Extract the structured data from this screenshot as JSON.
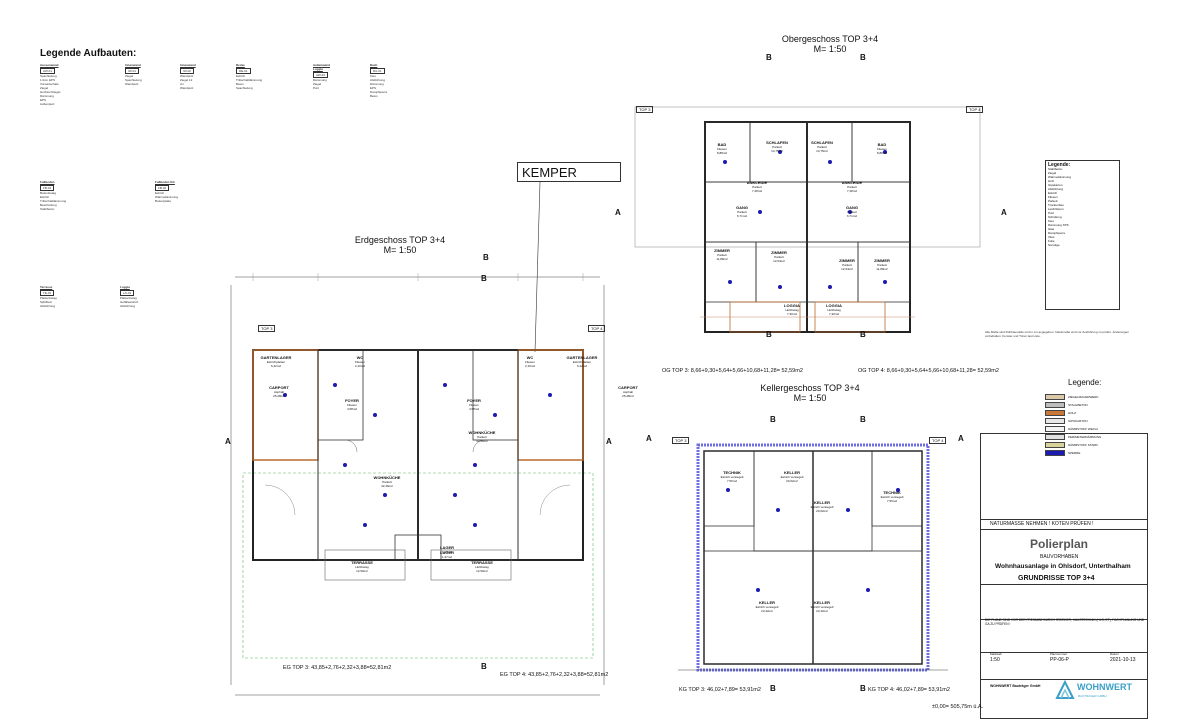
{
  "legend_title": "Legende Aufbauten:",
  "legend_blocks": [
    {
      "title": "Aussenwand",
      "code": "AW-01",
      "lines": [
        "Spachtelung",
        "1.0cm EPS Vorsatzschale",
        "Ziegel Hochlochziegel",
        "Dämmung EPS",
        "Außenputz"
      ]
    },
    {
      "title": "Innenwand",
      "code": "IW-01",
      "lines": [
        "Ziegel",
        "Spachtelung",
        "Wandputz"
      ]
    },
    {
      "title": "Innenwand",
      "code": "IW-02",
      "lines": [
        "Wandputz",
        "Ziegel 12 cm",
        "Wandputz"
      ]
    },
    {
      "title": "Decke",
      "code": "DE-01",
      "lines": [
        "Estrich",
        "Trittschalldämmung",
        "Beton",
        "Spachtelung"
      ]
    },
    {
      "title": "Außenwand Loggia",
      "code": "AW-02",
      "lines": [
        "Dämmung",
        "Ziegel",
        "Putz"
      ]
    },
    {
      "title": "Dach",
      "code": "DA-01",
      "lines": [
        "Kies",
        "Abdichtung",
        "Dämmung EPS",
        "Dampfsperre",
        "Beton"
      ]
    },
    {
      "title": "Fußboden",
      "code": "FB-01",
      "lines": [
        "Bodenbelag",
        "Estrich",
        "Trittschalldämmung",
        "Beschüttung",
        "Stahlbeton"
      ]
    },
    {
      "title": "Fußboden KG",
      "code": "FB-02",
      "lines": [
        "Estrich",
        "Wärmedämmung",
        "Bodenplatte"
      ]
    },
    {
      "title": "Terrasse",
      "code": "TE-01",
      "lines": [
        "Plattenbelag",
        "Splittbett",
        "Abdichtung"
      ]
    },
    {
      "title": "Loggia",
      "code": "LO-01",
      "lines": [
        "Plattenbelag",
        "Gefälleestrich",
        "Abdichtung"
      ]
    }
  ],
  "kemper_label": "KEMPER",
  "eg": {
    "title": "Erdgeschoss TOP 3+4",
    "scale": "M= 1:50",
    "top_left": "TOP 3",
    "top_right": "TOP 4",
    "rooms": [
      {
        "name": "GARTENLAGER",
        "sub": "Estrichplatten",
        "area": "6,42m2"
      },
      {
        "name": "CARPORT",
        "sub": "Asphalt",
        "area": "25,28m2"
      },
      {
        "name": "FOYER",
        "sub": "Fliesen",
        "area": "4,58m2"
      },
      {
        "name": "WOHNKÜCHE",
        "sub": "Parkett",
        "area": "42,46m2"
      },
      {
        "name": "LAGER",
        "sub": "",
        "area": "1,37m2"
      },
      {
        "name": "TERRASSE",
        "sub": "Holzbelag",
        "area": "12,50m2"
      },
      {
        "name": "WC",
        "sub": "Fliesen",
        "area": "2,10m2"
      },
      {
        "name": "TERRASSE",
        "sub": "Holzbelag",
        "area": "12,50m2"
      },
      {
        "name": "FOYER",
        "sub": "Fliesen",
        "area": "4,58m2"
      },
      {
        "name": "WOHNKÜCHE",
        "sub": "Parkett",
        "area": "42,46m2"
      },
      {
        "name": "LAGER",
        "sub": "",
        "area": "1,37m2"
      },
      {
        "name": "WC",
        "sub": "Fliesen",
        "area": "2,10m2"
      },
      {
        "name": "CARPORT",
        "sub": "Asphalt",
        "area": "25,28m2"
      },
      {
        "name": "GARTENLAGER",
        "sub": "Estrichplatten",
        "area": "6,42m2"
      }
    ],
    "area_left": "EG TOP 3: 43,85+2,76+2,32+3,88=52,81m2",
    "area_right": "EG TOP 4: 43,85+2,76+2,32+3,88=52,81m2"
  },
  "og": {
    "title": "Obergeschoss TOP 3+4",
    "scale": "M= 1:50",
    "top_left": "TOP 3",
    "top_right": "TOP 4",
    "rooms": [
      {
        "name": "BAD",
        "sub": "Fliesen",
        "area": "8,88m2"
      },
      {
        "name": "SCHLAFEN",
        "sub": "Parkett",
        "area": "14,75m2"
      },
      {
        "name": "ANKLEIDE",
        "sub": "Parkett",
        "area": "7,28m2"
      },
      {
        "name": "GANG",
        "sub": "Parkett",
        "area": "6,71m2"
      },
      {
        "name": "ZIMMER",
        "sub": "Parkett",
        "area": "11,89m2"
      },
      {
        "name": "ZIMMER",
        "sub": "Parkett",
        "area": "12,04m2"
      },
      {
        "name": "LOGGIA",
        "sub": "Holzbelag",
        "area": "7,30m2"
      },
      {
        "name": "ANKLEIDE",
        "sub": "Parkett",
        "area": "7,28m2"
      },
      {
        "name": "BAD",
        "sub": "Fliesen",
        "area": "8,88m2"
      },
      {
        "name": "SCHLAFEN",
        "sub": "Parkett",
        "area": "14,75m2"
      },
      {
        "name": "GANG",
        "sub": "Parkett",
        "area": "6,71m2"
      },
      {
        "name": "ZIMMER",
        "sub": "Parkett",
        "area": "12,04m2"
      },
      {
        "name": "ZIMMER",
        "sub": "Parkett",
        "area": "11,89m2"
      },
      {
        "name": "LOGGIA",
        "sub": "Holzbelag",
        "area": "7,30m2"
      }
    ],
    "area_left": "OG TOP 3: 8,66+9,30+5,64+5,66+10,68+11,28= 52,59m2",
    "area_right": "OG TOP 4: 8,66+9,30+5,64+5,66+10,68+11,28= 52,59m2"
  },
  "kg": {
    "title": "Kellergeschoss TOP 3+4",
    "scale": "M= 1:50",
    "top_left": "TOP 3",
    "top_right": "TOP 4",
    "rooms": [
      {
        "name": "TECHNIK",
        "sub": "Estrich versiegelt",
        "area": "7,56m2"
      },
      {
        "name": "KELLER",
        "sub": "Estrich versiegelt",
        "area": "20,62m2"
      },
      {
        "name": "KELLER",
        "sub": "Estrich versiegelt",
        "area": "20,62m2"
      },
      {
        "name": "KELLER",
        "sub": "Estrich versiegelt",
        "area": "23,42m2"
      },
      {
        "name": "KELLER",
        "sub": "Estrich versiegelt",
        "area": "23,42m2"
      },
      {
        "name": "TECHNIK",
        "sub": "Estrich versiegelt",
        "area": "7,56m2"
      }
    ],
    "area_left": "KG TOP 3: 46,02+7,89= 53,91m2",
    "area_right": "KG TOP 4: 46,02+7,89= 53,91m2"
  },
  "cut_labels": {
    "a": "A",
    "b": "B"
  },
  "side_legend_title": "Legende:",
  "side_legend_items": [
    "Stahlbeton",
    "Ziegel",
    "Wärmedämmung",
    "Holz",
    "Gipskarton",
    "Abdichtung",
    "Estrich",
    "Fliesen",
    "Parkett",
    "Trockenbau",
    "Leichtbeton",
    "Putz",
    "Schüttung",
    "Kies",
    "Dämmung XPS",
    "Glas",
    "Dampfsperre",
    "Vlies",
    "Folie",
    "Sonstige"
  ],
  "material_legend_title": "Legende:",
  "material_legend": [
    {
      "label": "ZIEGELMAUERWERK",
      "color": "#d9c9a8"
    },
    {
      "label": "STAHLBETON",
      "color": "#bdbdbd"
    },
    {
      "label": "HOLZ",
      "color": "#c8793a"
    },
    {
      "label": "GIPSKARTON",
      "color": "#e7e7e7"
    },
    {
      "label": "DÄMMSTOFF WEICH",
      "color": "#f3f3f3"
    },
    {
      "label": "PERIMETERDÄMMUNG",
      "color": "#e0e0e0"
    },
    {
      "label": "DÄMMSTOFF STARR",
      "color": "#d8d39a"
    },
    {
      "label": "SPERRE",
      "color": "#1c1ab0"
    }
  ],
  "notes_text": "Alle Maße sind Rohbaumaße und in cm angegeben. Naturmaße sind vor Ausführung zu prüfen. Änderungen vorbehalten. Fenster und Türen laut Liste.",
  "naturmasse": "NATURMASSE NEHMEN ! KOTEN PRÜFEN !",
  "title_block": {
    "plan_type": "Polierplan",
    "project_label": "BAUVORHABEN",
    "project": "Wohnhausanlage in Ohlsdorf, Unterthalham",
    "sheet_title": "GRUNDRISSE TOP 3+4",
    "warning": "DIE PLÄNE SIND VOR DER FREIGABE DURCH STATIKER, HAUSTECHNIK (HLS, ET), FACHPLANUNG UND GA ZU PRÜFEN !",
    "scale_label": "Maßstab",
    "scale": "1:50",
    "plan_no_label": "Plannummer",
    "plan_no": "PP-06-P",
    "date_label": "Datum",
    "date": "2021-10-13",
    "company": "WOHNWERT Bauträger GmbH",
    "logo_text": "WOHNWERT",
    "logo_sub": "BAUTRÄGER GMBH"
  },
  "elevation": "±0,00= 505,75m ü.A."
}
